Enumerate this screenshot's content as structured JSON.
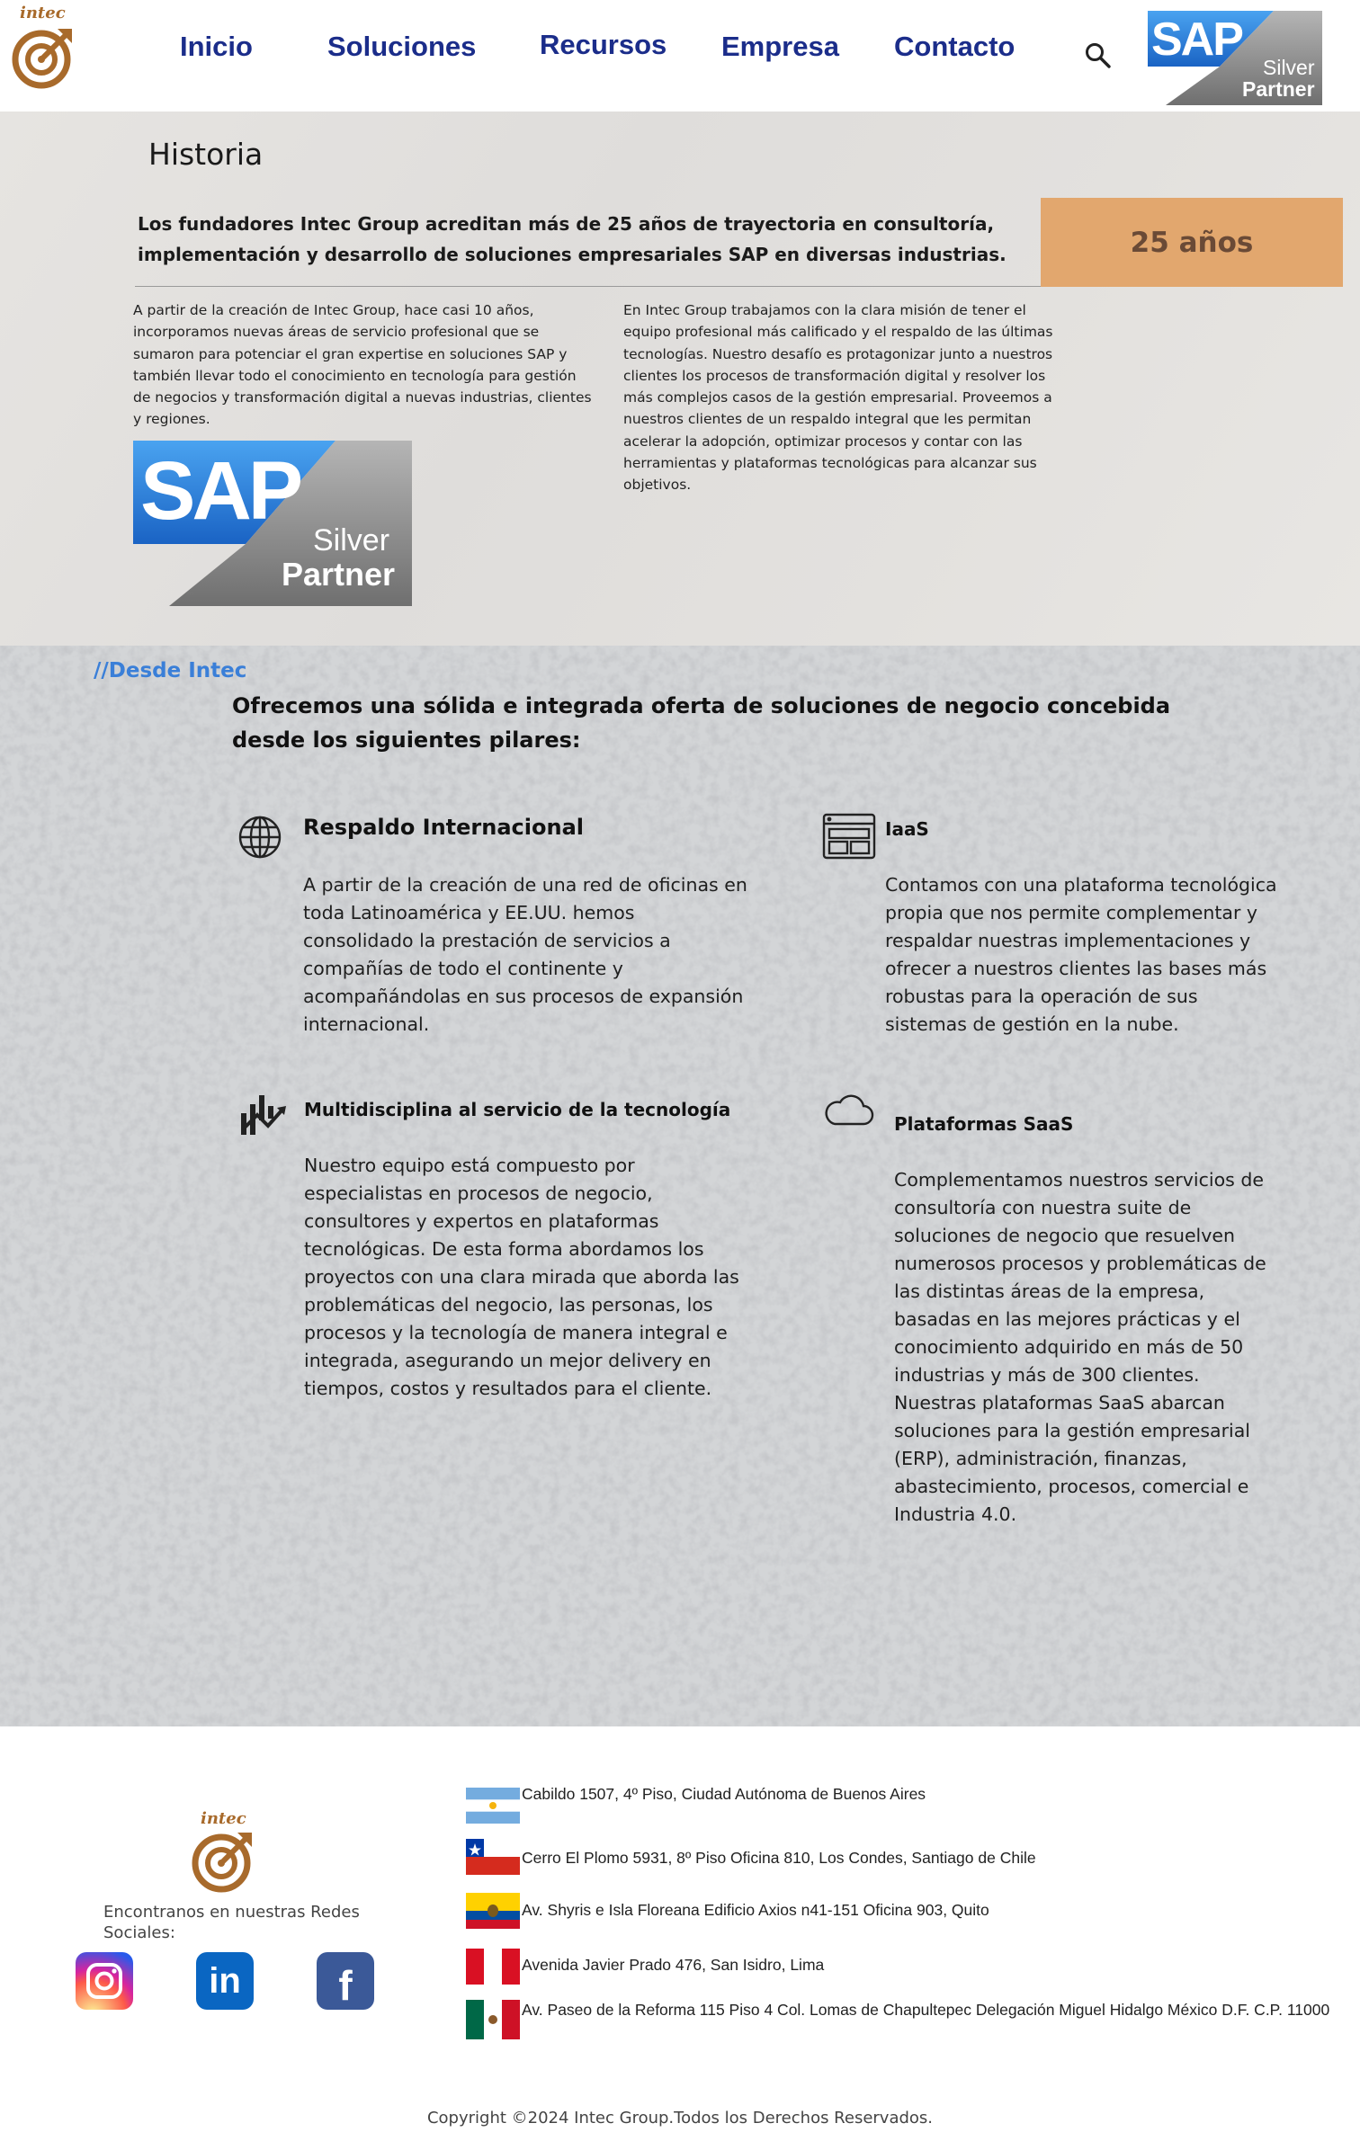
{
  "header": {
    "logo_text": "intec",
    "nav": [
      "Inicio",
      "Soluciones",
      "Recursos",
      "Empresa",
      "Contacto"
    ],
    "sap_logo": {
      "brand": "SAP",
      "line1": "Silver",
      "line2": "Partner"
    }
  },
  "historia": {
    "title": "Historia",
    "lead": "Los fundadores Intec Group acreditan más de 25 años de trayectoria en consultoría, implementación y desarrollo de soluciones empresariales SAP en diversas industrias.",
    "badge": "25 años",
    "col1": "A partir de la creación de Intec Group, hace casi 10 años, incorporamos nuevas áreas de servicio profesional que se sumaron para potenciar el gran expertise en soluciones SAP y también llevar todo el conocimiento en tecnología para gestión de negocios y transformación digital a nuevas industrias, clientes y regiones.",
    "col2": "En Intec Group trabajamos con la clara misión de tener el equipo profesional más calificado y el respaldo de las últimas tecnologías. Nuestro desafío es protagonizar junto a nuestros clientes los procesos de transformación digital y resolver los más complejos casos de la gestión empresarial. Proveemos a nuestros clientes de un respaldo integral que les permitan acelerar la adopción, optimizar procesos y contar con las herramientas y plataformas tecnológicas para alcanzar sus objetivos.",
    "sap_logo": {
      "brand": "SAP",
      "line1": "Silver",
      "line2": "Partner",
      "tm": "™"
    }
  },
  "pilares": {
    "tag": "//Desde Intec",
    "heading": "Ofrecemos una sólida e integrada oferta de soluciones de negocio concebida desde los siguientes pilares:",
    "items": [
      {
        "icon": "globe-icon",
        "title": "Respaldo Internacional",
        "text": "A partir de la creación de una red de oficinas en toda Latinoamérica y EE.UU. hemos consolidado la prestación de servicios a compañías de todo el continente y acompañándolas en sus procesos de expansión internacional."
      },
      {
        "icon": "browser-window-icon",
        "title": "IaaS",
        "text": "Contamos con una plataforma tecnológica propia que nos permite complementar y respaldar nuestras implementaciones y ofrecer a nuestros clientes las bases más robustas para la operación de sus sistemas de gestión en la nube."
      },
      {
        "icon": "chart-trend-icon",
        "title": "Multidisciplina al servicio de la tecnología",
        "text": "Nuestro equipo está compuesto por especialistas en procesos de negocio, consultores y expertos en plataformas tecnológicas. De esta forma abordamos los proyectos con una clara mirada que aborda las problemáticas del negocio, las personas, los procesos y la tecnología de manera integral e integrada, asegurando un mejor delivery en tiempos, costos y resultados para el cliente."
      },
      {
        "icon": "cloud-icon",
        "title": "Plataformas SaaS",
        "text": "Complementamos nuestros servicios de consultoría con nuestra suite de soluciones de negocio que resuelven numerosos procesos y problemáticas de las distintas áreas de la empresa, basadas en las mejores prácticas y el conocimiento adquirido en más de 50 industrias y más de 300 clientes. Nuestras plataformas SaaS abarcan soluciones para la gestión empresarial (ERP), administración, finanzas, abastecimiento, procesos, comercial e Industria 4.0."
      }
    ]
  },
  "footer": {
    "logo_text": "intec",
    "social_label": "Encontranos en nuestras Redes Sociales:",
    "social": [
      {
        "icon": "instagram-icon",
        "color": "#d6249f"
      },
      {
        "icon": "linkedin-icon",
        "color": "#0a66c2",
        "glyph": "in"
      },
      {
        "icon": "facebook-icon",
        "color": "#3b5998",
        "glyph": "f"
      }
    ],
    "offices": [
      {
        "flag": "argentina-flag-icon",
        "address": "Cabildo 1507, 4º Piso, Ciudad Autónoma de Buenos Aires"
      },
      {
        "flag": "chile-flag-icon",
        "address": "Cerro El Plomo 5931, 8º Piso Oficina 810, Los Condes, Santiago de Chile"
      },
      {
        "flag": "ecuador-flag-icon",
        "address": "Av. Shyris e Isla Floreana Edificio Axios n41-151 Oficina 903, Quito"
      },
      {
        "flag": "peru-flag-icon",
        "address": "Avenida Javier Prado 476, San Isidro, Lima"
      },
      {
        "flag": "mexico-flag-icon",
        "address": "Av. Paseo de la Reforma 115 Piso 4 Col. Lomas de Chapultepec Delegación Miguel Hidalgo México D.F. C.P. 11000"
      }
    ],
    "copyright": "Copyright ©2024 Intec Group.Todos los Derechos Reservados."
  },
  "colors": {
    "nav": "#1b2d8a",
    "badge": "#e2a76e",
    "tag": "#3a7fd8",
    "logo": "#a86a2b",
    "sap_blue": "#1f6fd0",
    "sap_gray": "#8c8c8c"
  }
}
